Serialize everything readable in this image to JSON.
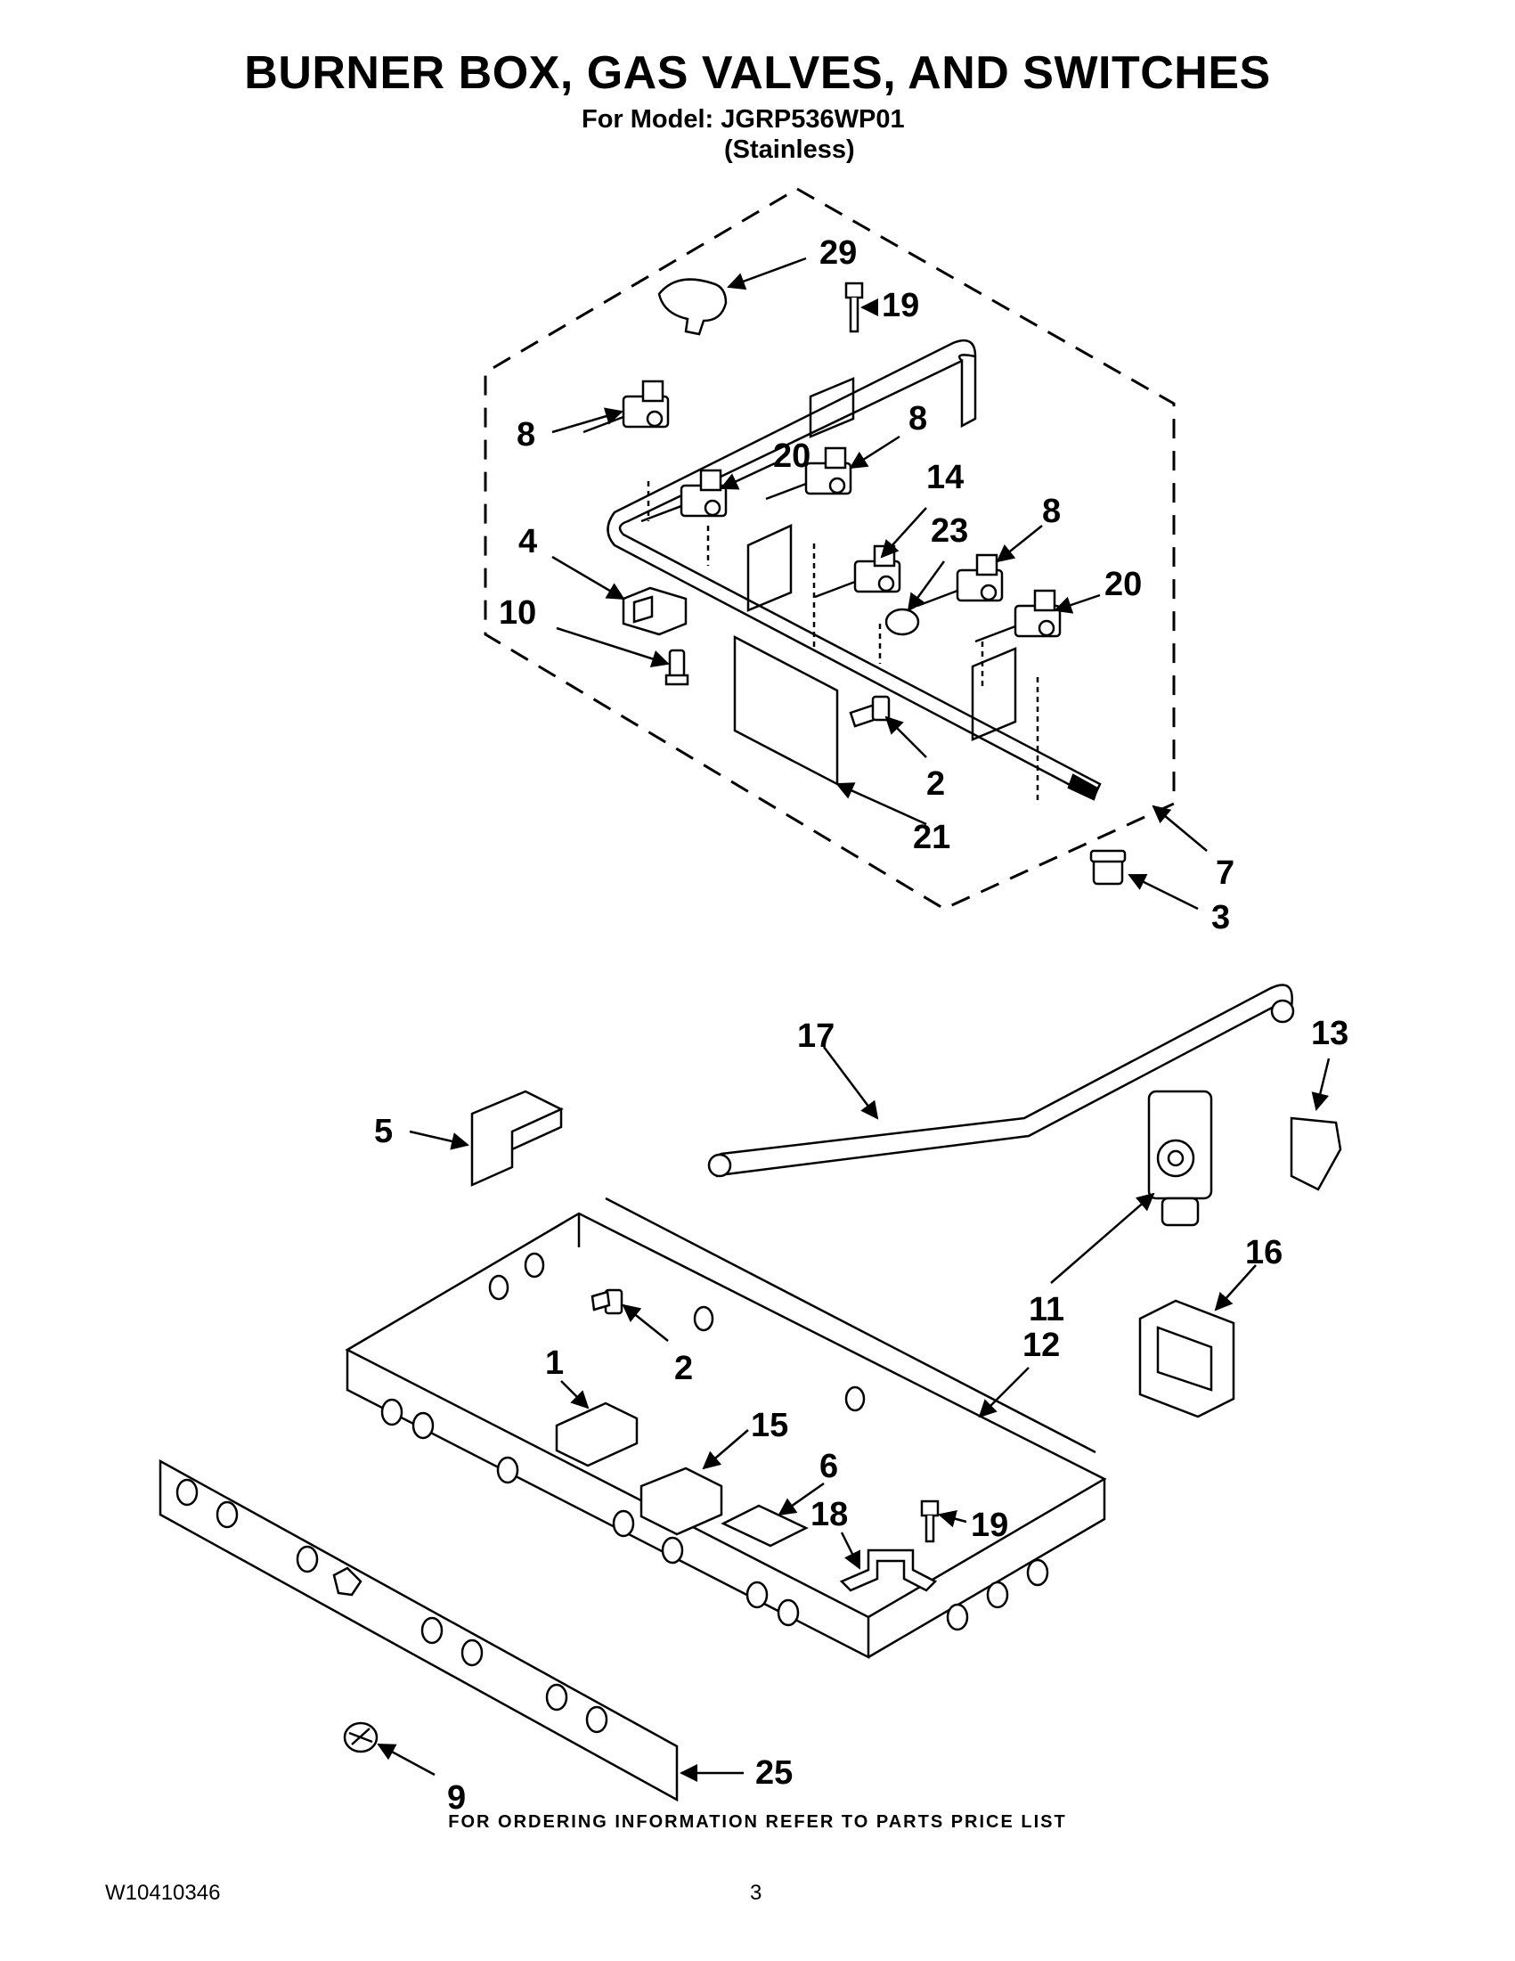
{
  "header": {
    "title": "BURNER BOX, GAS VALVES, AND SWITCHES",
    "model_line": "For Model: JGRP536WP01",
    "finish_line": "(Stainless)"
  },
  "callouts": {
    "c29": "29",
    "c19a": "19",
    "c8a": "8",
    "c8b": "8",
    "c20a": "20",
    "c14": "14",
    "c23": "23",
    "c8c": "8",
    "c4": "4",
    "c20b": "20",
    "c10": "10",
    "c2a": "2",
    "c21": "21",
    "c7": "7",
    "c3": "3",
    "c17": "17",
    "c13": "13",
    "c5": "5",
    "c11": "11",
    "c16": "16",
    "c1": "1",
    "c2b": "2",
    "c12": "12",
    "c15": "15",
    "c6": "6",
    "c18": "18",
    "c19b": "19",
    "c9": "9",
    "c25": "25"
  },
  "footer": {
    "note": "FOR ORDERING INFORMATION REFER TO PARTS PRICE LIST",
    "doc_number": "W10410346",
    "page_number": "3"
  }
}
